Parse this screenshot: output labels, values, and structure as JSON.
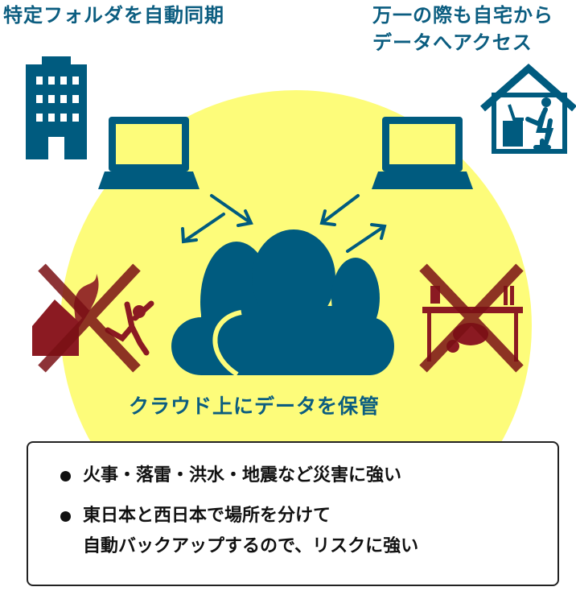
{
  "labels": {
    "top_left": "特定フォルダを自動同期",
    "top_right_line1": "万一の際も自宅から",
    "top_right_line2": "データへアクセス",
    "center": "クラウド上にデータを保管"
  },
  "benefits": [
    {
      "lines": [
        "火事・落雷・洪水・地震など災害に強い"
      ]
    },
    {
      "lines": [
        "東日本と西日本で場所を分けて",
        "自動バックアップするので、リスクに強い"
      ]
    }
  ],
  "colors": {
    "primary": "#005b7f",
    "highlight": "#fdfc7a",
    "danger": "#8b1a22"
  }
}
